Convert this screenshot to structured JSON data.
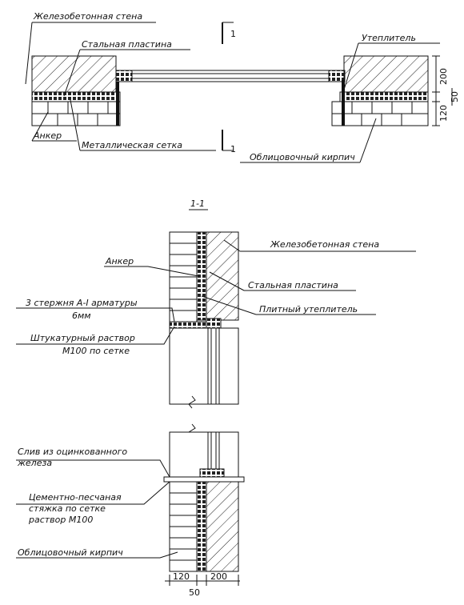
{
  "plan": {
    "label_wall": "Железобетонная стена",
    "label_plate": "Стальная пластина",
    "label_insulation": "Утеплитель",
    "label_anchor": "Анкер",
    "label_mesh": "Металлическая сетка",
    "label_brick": "Облицовочный кирпич",
    "section_mark": "1",
    "dim_200": "200",
    "dim_50": "50",
    "dim_120": "120"
  },
  "section": {
    "title": "1-1",
    "label_wall": "Железобетонная стена",
    "label_anchor": "Анкер",
    "label_plate": "Стальная пластина",
    "label_rebar_1": "3 стержня А-I арматуры",
    "label_rebar_2": "6мм",
    "label_insulation": "Плитный утеплитель",
    "label_plaster_1": "Штукатурный раствор",
    "label_plaster_2": "М100 по сетке",
    "label_sill_1": "Слив из оцинкованного",
    "label_sill_2": "железа",
    "label_screed_1": "Цементно-песчаная",
    "label_screed_2": "стяжка по сетке",
    "label_screed_3": "раствор М100",
    "label_brick": "Облицовочный кирпич",
    "dim_120": "120",
    "dim_200": "200",
    "dim_50": "50"
  }
}
